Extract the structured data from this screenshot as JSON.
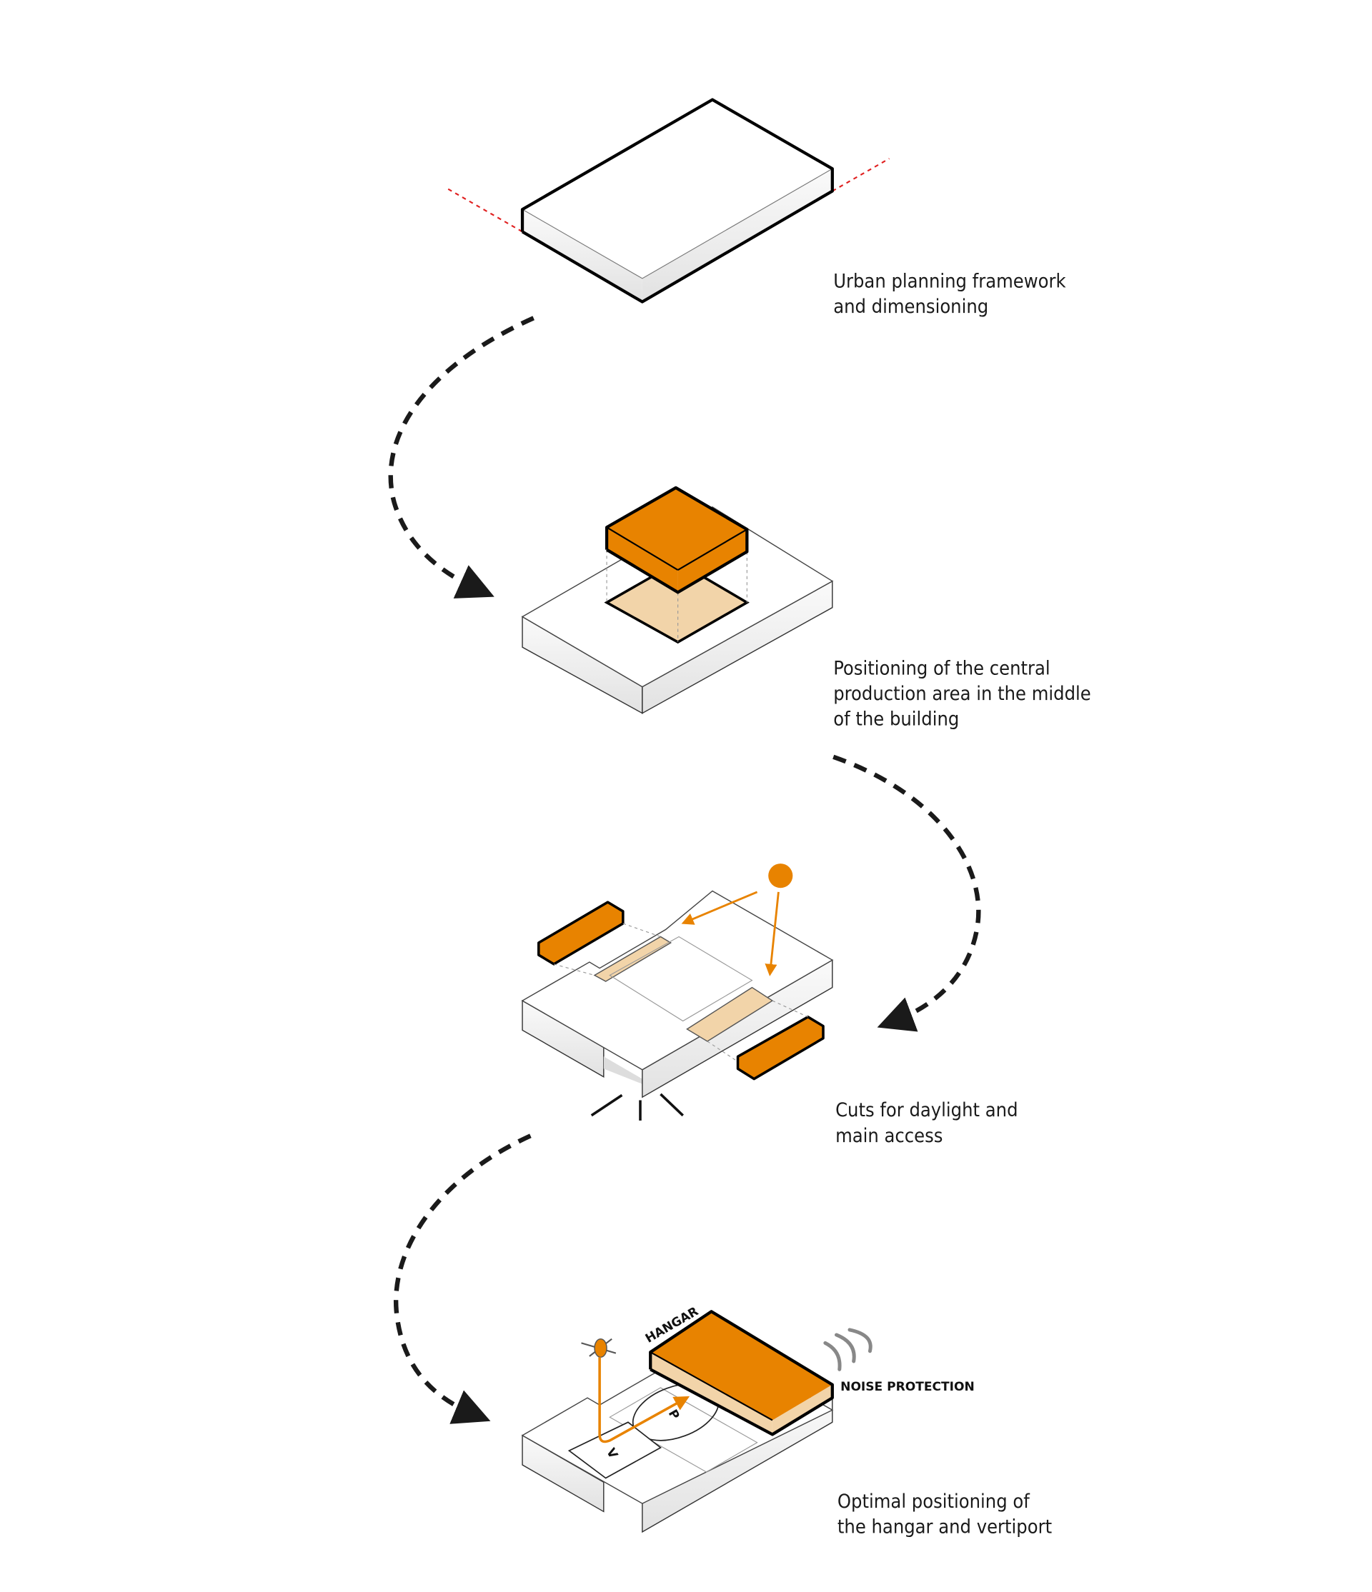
{
  "steps": [
    {
      "caption_lines": [
        "Urban planning framework",
        "and dimensioning"
      ]
    },
    {
      "caption_lines": [
        "Positioning of the central",
        "production area in the middle",
        "of the building"
      ]
    },
    {
      "caption_lines": [
        "Cuts for daylight and",
        "main access"
      ]
    },
    {
      "caption_lines": [
        "Optimal positioning of",
        "the hangar and vertiport"
      ]
    }
  ],
  "labels": {
    "hangar": "HANGAR",
    "noise": "NOISE PROTECTION",
    "vertiport": "V",
    "parking": "P"
  },
  "colors": {
    "accent": "#e88300",
    "tan": "#f2d4a9",
    "boundary": "#e02020",
    "ink": "#000000"
  }
}
